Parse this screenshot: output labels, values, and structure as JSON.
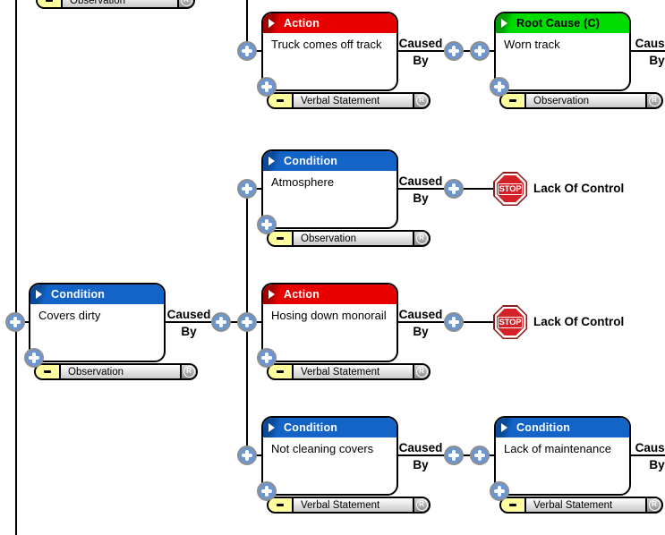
{
  "labels": {
    "caused": "Caused",
    "by": "By",
    "stop": "STOP",
    "lack_of_control": "Lack Of Control",
    "r_badge": "R"
  },
  "colors": {
    "action_header_red": "#e80000",
    "action_header_dark_red": "#a30000",
    "condition_header_blue": "#1464c8",
    "condition_header_dark_blue": "#0a4a9b",
    "root_cause_header_green": "#00dc00",
    "root_cause_header_dark_green": "#00a000",
    "plus_button_blue": "#6c96d2",
    "stop_sign_red": "#d42127",
    "evidence_tab_yellow": "#ffff9e"
  },
  "nodes": [
    {
      "header": "Action",
      "body": "Truck comes off track",
      "tab": "Verbal Statement"
    },
    {
      "header": "Root Cause (C)",
      "body": "Worn track",
      "tab": "Observation"
    },
    {
      "header": "Condition",
      "body": "Atmosphere",
      "tab": "Observation"
    },
    {
      "header": "Condition",
      "body": "Covers dirty",
      "tab": "Observation"
    },
    {
      "header": "Action",
      "body": "Hosing down monorail",
      "tab": "Verbal Statement"
    },
    {
      "header": "Condition",
      "body": "Not cleaning covers",
      "tab": "Verbal Statement"
    },
    {
      "header": "Condition",
      "body": "Lack of maintenance",
      "tab": "Verbal Statement"
    }
  ],
  "partial_tab": {
    "tab": "Observation"
  }
}
